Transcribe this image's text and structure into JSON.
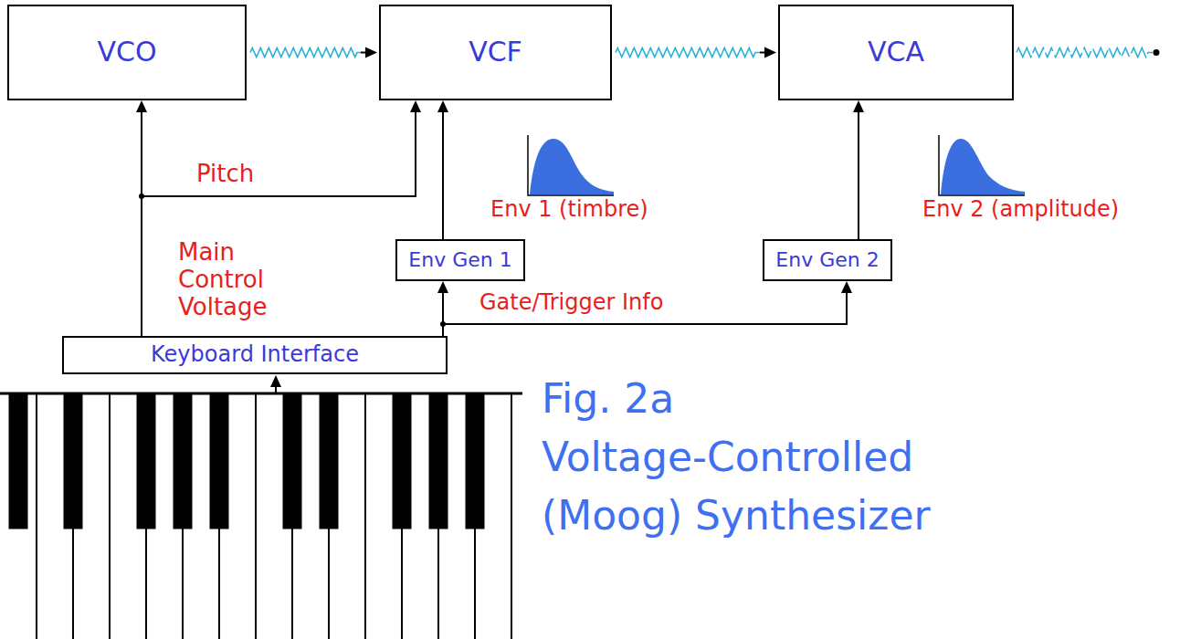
{
  "diagram": {
    "caption": "Fig. 2a Voltage-Controlled (Moog) Synthesizer",
    "nodes": [
      {
        "text": [
          "VCO"
        ]
      },
      {
        "text": [
          "VCF"
        ]
      },
      {
        "text": [
          "VCA"
        ]
      },
      {
        "text": [
          "Env Gen 1"
        ]
      },
      {
        "text": [
          "Env Gen 2"
        ]
      },
      {
        "text": [
          "Keyboard Interface"
        ]
      }
    ],
    "edges": [
      {
        "from": 0,
        "to": 1,
        "arrow": "to"
      },
      {
        "from": 1,
        "to": 2,
        "arrow": "to"
      },
      {
        "from": 5,
        "to": 0,
        "arrow": "to"
      },
      {
        "from": 5,
        "to": 1,
        "arrow": "to"
      },
      {
        "from": 3,
        "to": 1,
        "arrow": "to"
      },
      {
        "from": 4,
        "to": 2,
        "arrow": "to"
      },
      {
        "from": 5,
        "to": 3,
        "arrow": "to"
      },
      {
        "from": 5,
        "to": 4,
        "arrow": "to"
      }
    ],
    "labels": [
      "Pitch",
      "Main Control Voltage",
      "Env 1 (timbre)",
      "Env 2 (amplitude)",
      "Gate/Trigger Info"
    ]
  }
}
